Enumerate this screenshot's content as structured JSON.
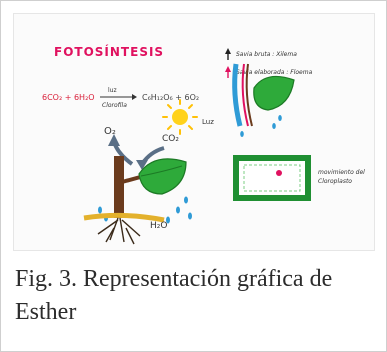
{
  "figure": {
    "caption": "Fig. 3. Representación gráfica de Esther",
    "drawing": {
      "title": "FOTOSÍNTESIS",
      "equation": {
        "left": "6CO₂ + 6H₂O",
        "arrow_top": "luz",
        "arrow_bottom": "Clorofila",
        "right": "C₆H₁₂O₆ + 6O₂"
      },
      "sun_label": "Luz",
      "o2_label": "O₂",
      "co2_label": "CO₂",
      "h2o_label": "H₂O",
      "legend_xylem": "Savia bruta : Xilema",
      "legend_phloem": "Savia elaborada : Floema",
      "chloroplast_label_1": "movimiento del",
      "chloroplast_label_2": "Cloroplasto"
    },
    "colors": {
      "title": "#e0115f",
      "leaf": "#2eaa3a",
      "cell_border": "#1f8f32",
      "water": "#2f9bd6",
      "sun": "#ffd21c",
      "trunk": "#6b3b1d",
      "arrow": "#5a6f86"
    }
  }
}
